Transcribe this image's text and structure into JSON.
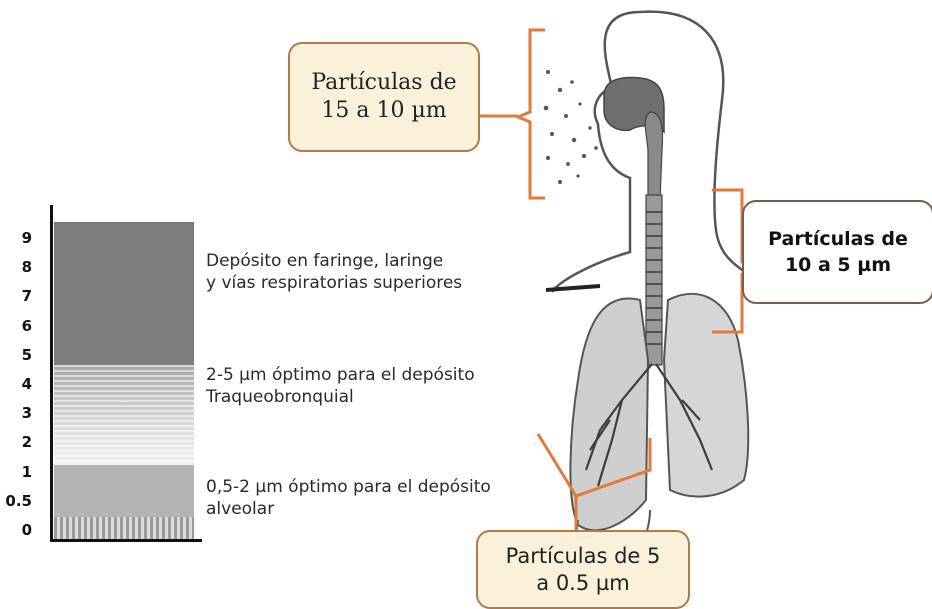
{
  "axis": {
    "ticks": [
      "9",
      "8",
      "7",
      "6",
      "5",
      "4",
      "3",
      "2",
      "1",
      "0.5",
      "0"
    ]
  },
  "zones": {
    "upper": "Depósito en faringe, laringe",
    "upper_line2": "y vías respiratorias superiores",
    "mid": "2-5 µm óptimo para el depósito",
    "mid_line2": "Traqueobronquial",
    "alveolar": "0,5-2 µm óptimo para el depósito",
    "alveolar_line2": "alveolar"
  },
  "callouts": {
    "c1_line1": "Partículas de",
    "c1_line2": "15 a 10 µm",
    "c2_line1": "Partículas de",
    "c2_line2": "10 a 5 µm",
    "c3_line1": "Partículas de 5",
    "c3_line2": "a 0.5 µm"
  },
  "colors": {
    "bracket": "#e07b3a",
    "callout_fill": "#fbf0d9",
    "callout_border": "#b07a4a",
    "zone_upper": "#7d7d7d",
    "zone_alveolar": "#b4b4b4"
  }
}
